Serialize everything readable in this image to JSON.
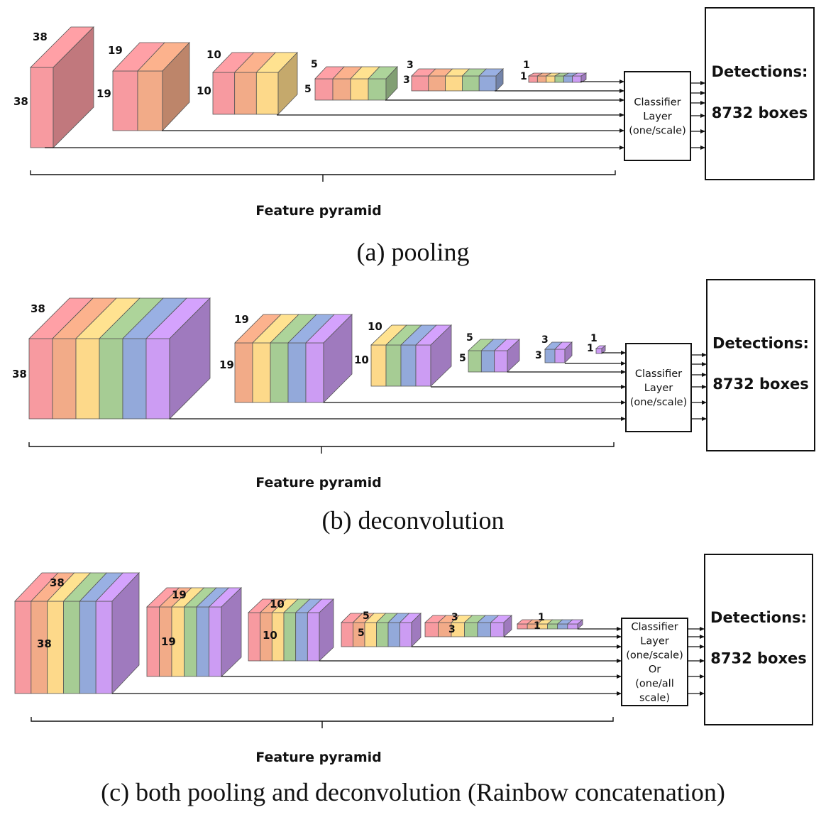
{
  "palette": {
    "red": "#f79aa0",
    "salmon": "#f2ab88",
    "yellow": "#fdd98a",
    "green": "#a6cc94",
    "blue": "#93a9da",
    "purple": "#cc9cf3"
  },
  "panels": [
    {
      "caption": "(a) pooling",
      "pyramid_label": "Feature pyramid",
      "classifier_lines": [
        "Classifier",
        "Layer",
        "(one/scale)"
      ],
      "detections_title": "Detections:",
      "detections_count": "8732 boxes",
      "blocks": [
        {
          "side_label": "38",
          "depth_label": "38",
          "colors": [
            "red"
          ]
        },
        {
          "side_label": "19",
          "depth_label": "19",
          "colors": [
            "red",
            "salmon"
          ]
        },
        {
          "side_label": "10",
          "depth_label": "10",
          "colors": [
            "red",
            "salmon",
            "yellow"
          ]
        },
        {
          "side_label": "5",
          "depth_label": "5",
          "colors": [
            "red",
            "salmon",
            "yellow",
            "green"
          ]
        },
        {
          "side_label": "3",
          "depth_label": "3",
          "colors": [
            "red",
            "salmon",
            "yellow",
            "green",
            "blue"
          ]
        },
        {
          "side_label": "1",
          "depth_label": "1",
          "colors": [
            "red",
            "salmon",
            "yellow",
            "green",
            "blue",
            "purple"
          ]
        }
      ]
    },
    {
      "caption": "(b) deconvolution",
      "pyramid_label": "Feature pyramid",
      "classifier_lines": [
        "Classifier",
        "Layer",
        "(one/scale)"
      ],
      "detections_title": "Detections:",
      "detections_count": "8732 boxes",
      "blocks": [
        {
          "side_label": "38",
          "depth_label": "38",
          "colors": [
            "red",
            "salmon",
            "yellow",
            "green",
            "blue",
            "purple"
          ]
        },
        {
          "side_label": "19",
          "depth_label": "19",
          "colors": [
            "salmon",
            "yellow",
            "green",
            "blue",
            "purple"
          ]
        },
        {
          "side_label": "10",
          "depth_label": "10",
          "colors": [
            "yellow",
            "green",
            "blue",
            "purple"
          ]
        },
        {
          "side_label": "5",
          "depth_label": "5",
          "colors": [
            "green",
            "blue",
            "purple"
          ]
        },
        {
          "side_label": "3",
          "depth_label": "3",
          "colors": [
            "blue",
            "purple"
          ]
        },
        {
          "side_label": "1",
          "depth_label": "1",
          "colors": [
            "purple"
          ]
        }
      ]
    },
    {
      "caption": "(c) both pooling and deconvolution (Rainbow concatenation)",
      "pyramid_label": "Feature pyramid",
      "classifier_lines": [
        "Classifier",
        "Layer",
        "(one/scale)",
        "Or",
        "(one/all",
        "scale)"
      ],
      "detections_title": "Detections:",
      "detections_count": "8732 boxes",
      "blocks": [
        {
          "side_label": "38",
          "depth_label": "38",
          "colors": [
            "red",
            "salmon",
            "yellow",
            "green",
            "blue",
            "purple"
          ]
        },
        {
          "side_label": "19",
          "depth_label": "19",
          "colors": [
            "red",
            "salmon",
            "yellow",
            "green",
            "blue",
            "purple"
          ]
        },
        {
          "side_label": "10",
          "depth_label": "10",
          "colors": [
            "red",
            "salmon",
            "yellow",
            "green",
            "blue",
            "purple"
          ]
        },
        {
          "side_label": "5",
          "depth_label": "5",
          "colors": [
            "red",
            "salmon",
            "yellow",
            "green",
            "blue",
            "purple"
          ]
        },
        {
          "side_label": "3",
          "depth_label": "3",
          "colors": [
            "red",
            "salmon",
            "yellow",
            "green",
            "blue",
            "purple"
          ]
        },
        {
          "side_label": "1",
          "depth_label": "1",
          "colors": [
            "red",
            "salmon",
            "yellow",
            "green",
            "blue",
            "purple"
          ]
        }
      ]
    }
  ]
}
